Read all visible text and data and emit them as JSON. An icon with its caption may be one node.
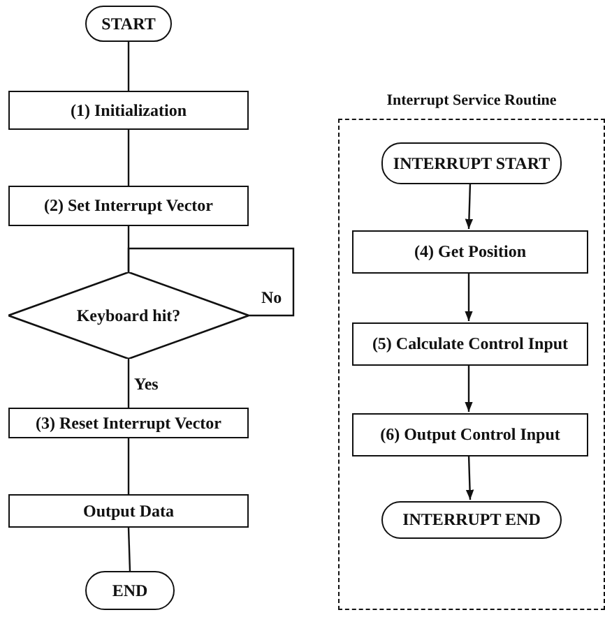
{
  "diagram": {
    "nodes": [
      {
        "text": [
          "START"
        ]
      },
      {
        "text": [
          "(1) Initialization"
        ]
      },
      {
        "text": [
          "(2) Set Interrupt Vector"
        ]
      },
      {
        "text": [
          "Keyboard hit?"
        ]
      },
      {
        "text": [
          "(3) Reset Interrupt Vector"
        ]
      },
      {
        "text": [
          "Output Data"
        ]
      },
      {
        "text": [
          "END"
        ]
      },
      {
        "text": [
          "Interrupt Service Routine"
        ]
      },
      {
        "text": [
          "INTERRUPT START"
        ],
        "in": 7
      },
      {
        "text": [
          "(4) Get Position"
        ],
        "in": 7
      },
      {
        "text": [
          "(5) Calculate Control Input"
        ],
        "in": 7
      },
      {
        "text": [
          "(6) Output Control Input"
        ],
        "in": 7
      },
      {
        "text": [
          "INTERRUPT END"
        ],
        "in": 7
      }
    ],
    "edges": [
      {
        "from": 0,
        "to": 1,
        "arrow": "none"
      },
      {
        "from": 1,
        "to": 2,
        "arrow": "none"
      },
      {
        "from": 2,
        "to": 3,
        "arrow": "none"
      },
      {
        "from": 3,
        "to": 3,
        "label": "No",
        "arrow": "none"
      },
      {
        "from": 3,
        "to": 4,
        "label": "Yes",
        "arrow": "none"
      },
      {
        "from": 4,
        "to": 5,
        "arrow": "none"
      },
      {
        "from": 5,
        "to": 6,
        "arrow": "none"
      },
      {
        "from": 8,
        "to": 9,
        "arrow": "to"
      },
      {
        "from": 9,
        "to": 10,
        "arrow": "to"
      },
      {
        "from": 10,
        "to": 11,
        "arrow": "to"
      },
      {
        "from": 11,
        "to": 12,
        "arrow": "to"
      }
    ]
  }
}
